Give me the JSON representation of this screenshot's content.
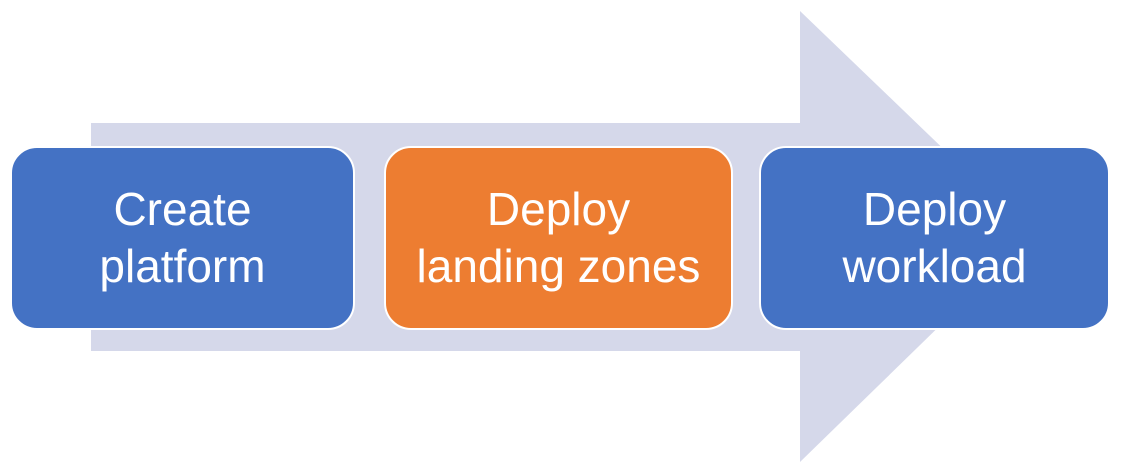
{
  "diagram": {
    "type": "process-flow",
    "background": "#ffffff",
    "text_color": "#ffffff",
    "arrow": {
      "icon": "right-arrow-icon",
      "direction": "right",
      "color": "#d5d8ea"
    },
    "steps": [
      {
        "label": "Create platform",
        "lines": [
          "Create",
          "platform"
        ],
        "color": "#4472c4"
      },
      {
        "label": "Deploy landing zones",
        "lines": [
          "Deploy",
          "landing zones"
        ],
        "color": "#ed7d31"
      },
      {
        "label": "Deploy workload",
        "lines": [
          "Deploy",
          "workload"
        ],
        "color": "#4472c4"
      }
    ]
  }
}
